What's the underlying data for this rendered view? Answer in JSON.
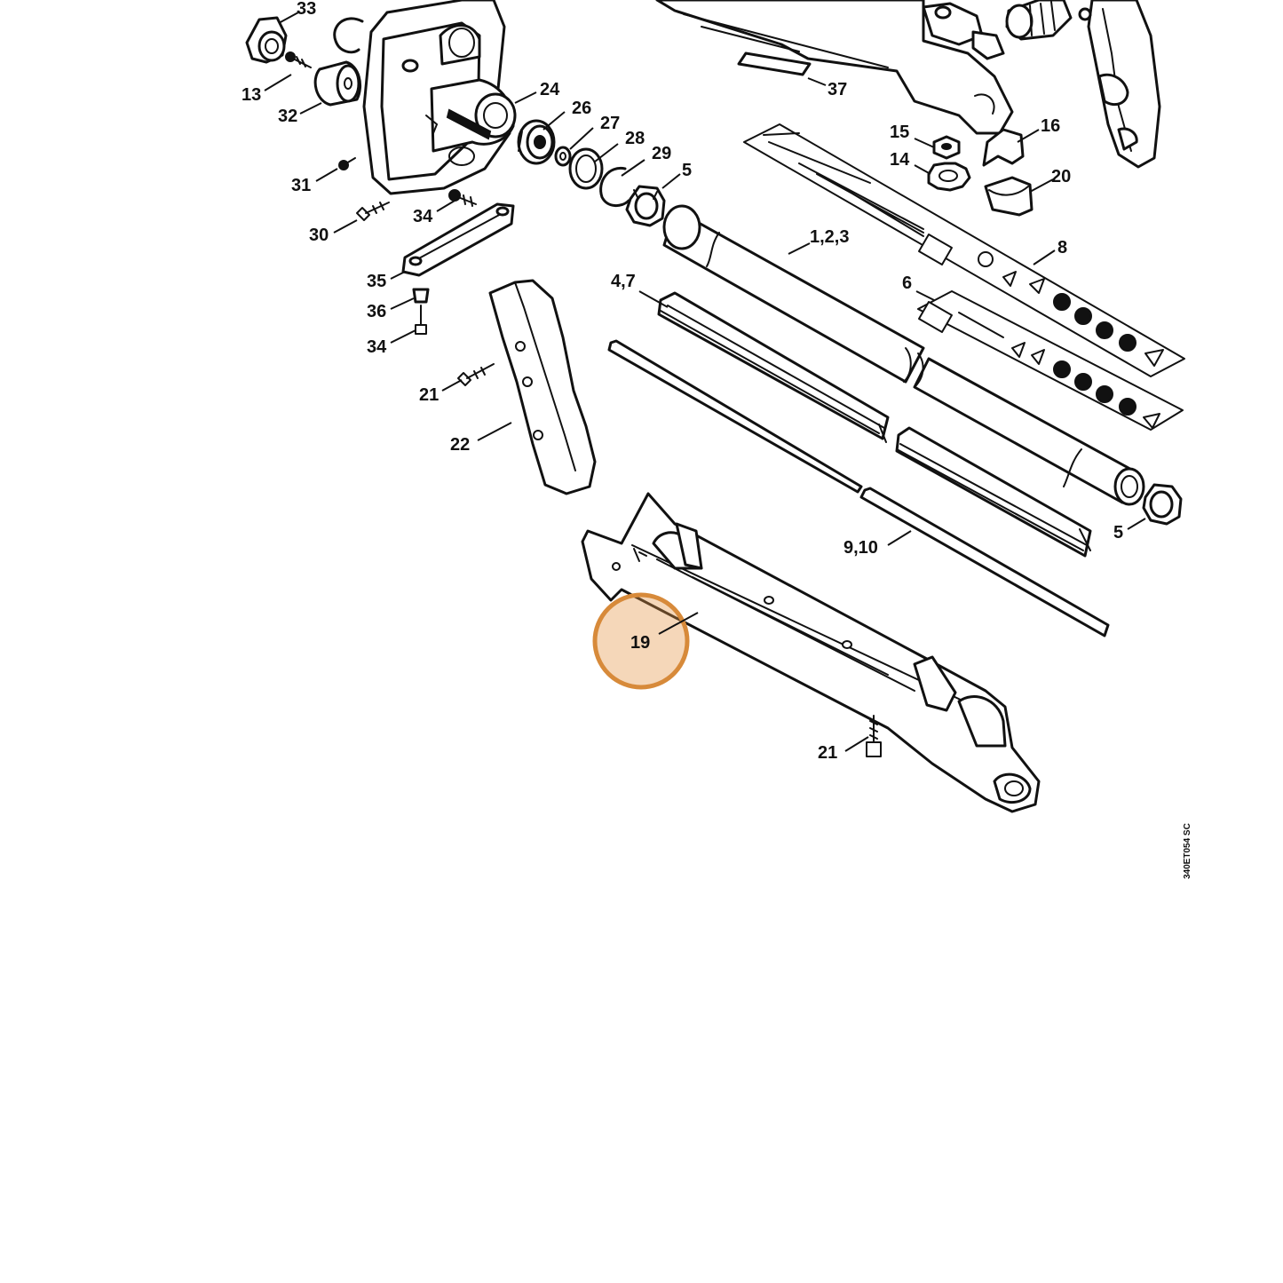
{
  "diagram": {
    "drawing_code": "340ET054 SC",
    "highlight_color": "#d78a3a",
    "highlighted_callout": "19",
    "callouts": [
      "33",
      "13",
      "32",
      "31",
      "30",
      "24",
      "26",
      "27",
      "28",
      "29",
      "5",
      "34",
      "35",
      "36",
      "34",
      "21",
      "22",
      "37",
      "15",
      "14",
      "16",
      "20",
      "1,2,3",
      "8",
      "6",
      "4,7",
      "9,10",
      "5",
      "19",
      "21"
    ]
  }
}
